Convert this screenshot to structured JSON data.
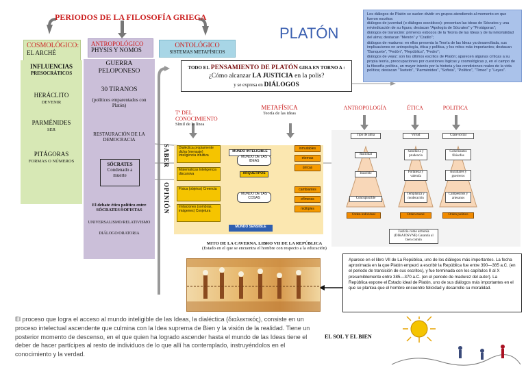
{
  "title": "PERIODOS DE LA FILOSOFÍA GRIEGA",
  "periods": {
    "cosmologico": {
      "name": "COSMOLÓGICO:",
      "sub": "EL ARCHÉ"
    },
    "antropologico": {
      "name": "ANTROPOLÓGICO",
      "sub": "PHYSIS Y NOMOS"
    },
    "ontologico": {
      "name": "ONTOLÓGICO",
      "sub": "SISTEMAS METAFÍSICOS"
    }
  },
  "cosmo_items": {
    "influencias": "INFLUENCIAS",
    "presocraticos": "PRESOCRÁTICOS",
    "heraclito": "HERÁCLITO",
    "heraclito_sub": "DEVENIR",
    "parmenides": "PARMÉNIDES",
    "parmenides_sub": "SER",
    "pitagoras": "PITÁGORAS",
    "pitagoras_sub": "FORMAS O NÚMEROS"
  },
  "antro_items": {
    "guerra": "GUERRA PELOPONESO",
    "tiranos": "30 TIRANOS",
    "tiranos_sub": "(políticos emparentados con Platón)",
    "restauracion": "RESTAURACIÓN DE LA DEMOCRACIA",
    "socrates": "SÓCRATES",
    "socrates_sub": "Condenado a muerte",
    "debate": "El debate ético político entre SÓCRATES/SOFISTAS",
    "universalismo": "UNIVERSALISMO/RELATIVISMO",
    "dialogo": "DIÁLOGO/ORATORIA"
  },
  "platon": {
    "name": "PLATÓN",
    "dialogs_intro": "Los diálogos de Platón se suelen dividir en grupos atendiendo al momento en que fueron escritos:",
    "dialogs": [
      "diálogos de juventud (o diálogos socráticos): presentan las ideas de Sócrates y una reivindicación de su figura; destacan \"Apología de Sócrates\" y \"Protágoras\";",
      "diálogos de transición: primeros esbozos de la Teoría de las Ideas y de la inmortalidad del alma; destacan \"Menón\" y \"Cratilo\";",
      "diálogos de madurez: en ellos presenta la Teoría de las Ideas ya desarrollada, sus implicaciones en antropología, ética y política, y los mitos más importantes; destacan \"Banquete\", \"Fedón\", \"República\", \"Fedro\";",
      "diálogos de vejez: son los últimos escritos de Platón; aparecen algunas críticas a su propia teoría, preocupaciones por cuestiones lógicas y cosmológicas y, en el campo de la filosofía política, un mayor interés por la historia y las condiciones reales de la vida política; destacan \"Teeteto\", \"Parménides\", \"Sofista\", \"Político\", \"Timeo\" y \"Leyes\"."
    ]
  },
  "question": {
    "line1a": "TODO EL",
    "line1b": "PENSAMIENTO DE PLATÓN",
    "line1c": "GIRA EN TORNO A :",
    "line2a": "¿Cómo alcanzar",
    "line2b": "LA JUSTICIA",
    "line2c": "en la polis?",
    "line3a": "y se expresa en",
    "line3b": "DIÁLOGOS"
  },
  "saber": "SABER",
  "opinion": "OPINIÓN",
  "sections": {
    "conocimiento": "Tª DEL CONOCIMIENTO",
    "conocimiento_sub": "Símil de la línea",
    "metafisica": "METAFÍSICA",
    "metafisica_sub": "Teoría de las ideas",
    "antropologia": "ANTROPOLOGÍA",
    "etica": "ÉTICA",
    "politica": "POLITICA"
  },
  "line": {
    "mundo_inteligible": "MUNDO INTELIGIBLE",
    "mundo_sensible": "MUNDO SENSIBLE",
    "dialectica": "Dialéctica propiamente dicha (mensaje) Inteligencia intuitiva",
    "matematicas": "Matemáticas Inteligencia discursiva",
    "fisica": "Física (objetos) Creencia",
    "imitaciones": "Imitaciones (sombras, imágenes) Conjetura",
    "mundo_ideas": "MUNDO DE LAS IDEAS",
    "arquetipos": "ARQUETIPOS",
    "mundo_cosas": "MUNDO DE LAS COSAS",
    "props_ideas": [
      "inmutables",
      "eternas",
      "únicas"
    ],
    "props_cosas": [
      "cambiantes",
      "efímeras",
      "múltiples"
    ]
  },
  "ethics": {
    "tipo_alma": "Tipo de alma",
    "virtud": "Virtud",
    "clase": "Clase social",
    "racional": "Racional",
    "irascible": "Irascible",
    "concupiscible": "Concupiscible",
    "sabiduria": "Sabiduría y prudencia",
    "fortaleza": "Fortaleza y valentía",
    "templanza": "Templanza y moderación",
    "gobernantes": "Gobernantes filósofos",
    "auxiliares": "Auxiliares y guerreros",
    "campesinos": "Campesinos y artesanos",
    "orden_individual": "Orden individual",
    "orden_moral": "Orden moral",
    "orden_politico": "Orden político",
    "justicia": "Justicia como armonía (DIKAIOSYNE) Garantía al bien común"
  },
  "cave": {
    "title": "MITO DE LA CAVERNA. LIBRO VII DE LA REPÚBLICA",
    "sub": "(Estado en el que se encuentra el hombre con respecto a la educación)"
  },
  "republica": "Aparece en el libro VII de La República, uno de los diálogos más importantes. La fecha aproximada en la que Platón empezó a escribir la República fue entre 390—385 a.C. (en el periodo de transición de sus escritos), y fue terminada con los capítulos II al X presumiblemente entre 385—370 a.C. (en el periodo de madurez del autor). La República expone el Estado ideal de Platón, uno de sus diálogos más importantes en el que se plantea que el hombre encuentre felicidad y desarrolle su moralidad.",
  "bottom_text": "El proceso que logra el acceso al mundo inteligible de las Ideas, la dialéctica (διαλεκτικός), consiste en un proceso intelectual ascendente que culmina con la Idea suprema de Bien y la visión de la realidad. Tiene un posterior momento de descenso, en el que quien ha logrado ascender hasta el mundo de las Ideas tiene el deber de hacer partícipes al resto de individuos de lo que allí ha contemplado, instruyéndolos en el conocimiento y la verdad.",
  "sol_bien": "EL SOL Y EL BIEN"
}
